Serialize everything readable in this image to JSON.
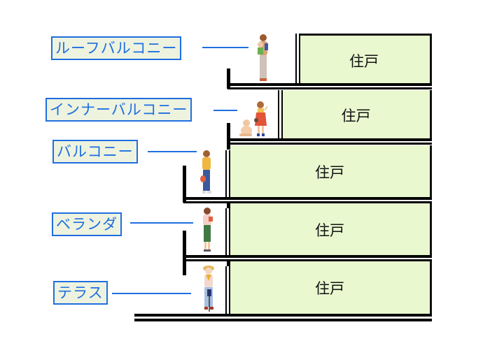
{
  "diagram": {
    "title": "",
    "colors": {
      "unit_fill": "#e9f8cf",
      "label_border": "#1f6fe0",
      "label_text": "#1f6fe0",
      "label_fill": "#eef3df",
      "structure": "#000000"
    },
    "labels": [
      {
        "id": "roof-balcony",
        "text": "ルーフバルコニー"
      },
      {
        "id": "inner-balcony",
        "text": "インナーバルコニー"
      },
      {
        "id": "balcony",
        "text": "バルコニー"
      },
      {
        "id": "veranda",
        "text": "ベランダ"
      },
      {
        "id": "terrace",
        "text": "テラス"
      }
    ],
    "units": [
      {
        "text": "住戸"
      },
      {
        "text": "住戸"
      },
      {
        "text": "住戸"
      },
      {
        "text": "住戸"
      },
      {
        "text": "住戸"
      }
    ],
    "figures": [
      {
        "name": "woman-holding-baby"
      },
      {
        "name": "girl-and-baby"
      },
      {
        "name": "woman-with-bag"
      },
      {
        "name": "woman-with-book"
      },
      {
        "name": "elderly-woman-with-cane"
      }
    ]
  }
}
